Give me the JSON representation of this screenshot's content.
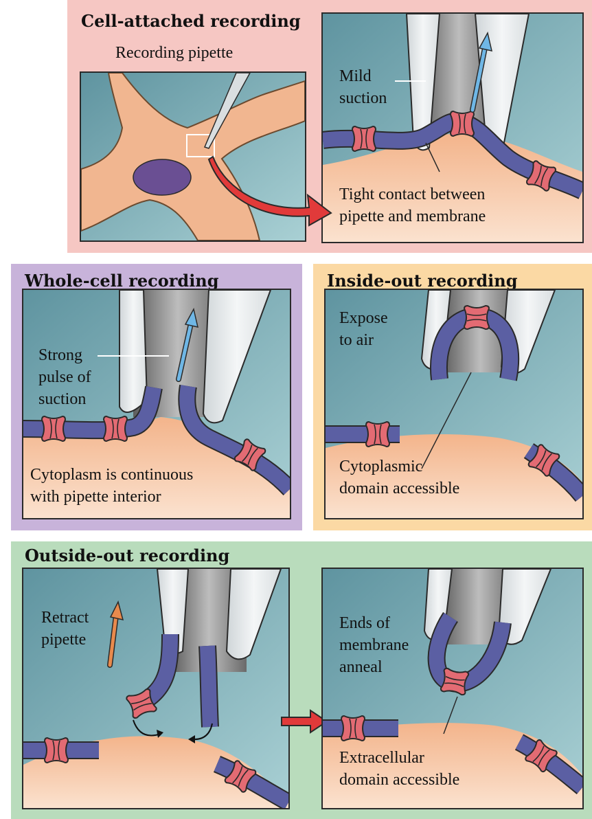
{
  "colors": {
    "pink_bg": "#f6c7c3",
    "purple_bg": "#c8b3da",
    "orange_bg": "#fbd9a4",
    "green_bg": "#b9dcbc",
    "water": "#6fa2aa",
    "cytoplasm": "#f1b690",
    "membrane": "#5b5fa3",
    "channel": "#e36b73",
    "pipette_glass": "#e9ecee",
    "nucleus": "#6a4f93"
  },
  "sections": {
    "cell_attached": {
      "title": "Cell-attached recording",
      "label_pipette": "Recording pipette",
      "label_suction": [
        "Mild",
        "suction"
      ],
      "label_contact": [
        "Tight contact between",
        "pipette and membrane"
      ]
    },
    "whole_cell": {
      "title": "Whole-cell recording",
      "label_suction": [
        "Strong",
        "pulse of",
        "suction"
      ],
      "label_cytoplasm": [
        "Cytoplasm is continuous",
        "with pipette interior"
      ]
    },
    "inside_out": {
      "title": "Inside-out recording",
      "label_air": [
        "Expose",
        "to air"
      ],
      "label_domain": [
        "Cytoplasmic",
        "domain accessible"
      ]
    },
    "outside_out": {
      "title": "Outside-out recording",
      "label_retract": [
        "Retract",
        "pipette"
      ],
      "label_anneal": [
        "Ends of",
        "membrane",
        "anneal"
      ],
      "label_domain": [
        "Extracellular",
        "domain accessible"
      ]
    }
  }
}
